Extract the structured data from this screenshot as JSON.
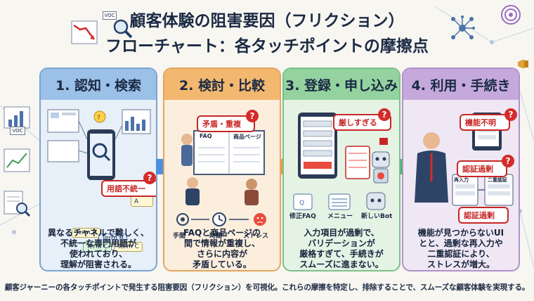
{
  "header": {
    "title_line1": "顧客体験の阻害要因（フリクション）",
    "title_line2": "フローチャート：各タッチポイントの摩擦点",
    "voc_label": "VOC"
  },
  "stages": [
    {
      "title": "1. 認知・検索",
      "callout": "用語不統一",
      "terms": [
        "Term A",
        "Term A",
        "Term B",
        "Term C",
        "Term C"
      ],
      "side_label": "VOC",
      "description": [
        "異なるチャネルで難しく、",
        "不統一な専門用語が",
        "使われており、",
        "理解が阻害される。"
      ]
    },
    {
      "title": "2. 検討・比較",
      "callout": "矛盾・重複",
      "screen_labels": [
        "FAQ",
        "商品ページ"
      ],
      "icon_labels": [
        "手間",
        "時間",
        "ストレス"
      ],
      "description": [
        "FAQと商品ページの",
        "間で情報が重複し、",
        "さらに内容が",
        "矛盾している。"
      ]
    },
    {
      "title": "3. 登録・申し込み",
      "callout": "厳しすぎる",
      "icon_labels": [
        "修正FAQ",
        "メニュー",
        "新しいBot"
      ],
      "description": [
        "入力項目が過剰で、",
        "バリデーションが",
        "厳格すぎて、手続きが",
        "スムーズに進まない。"
      ]
    },
    {
      "title": "4. 利用・手続き",
      "callouts": [
        "機能不明",
        "認証過剰",
        "認証過剰"
      ],
      "screen_labels": [
        "再入力",
        "二重認証"
      ],
      "description": [
        "機能が見つからないUI",
        "とと、過剰な再入力や",
        "二重認証により、",
        "ストレスが増大。"
      ]
    }
  ],
  "footer": "顧客ジャーニーの各タッチポイントで発生する阻害要因（フリクション）を可視化。これらの摩擦を特定し、排除することで、スムーズな顧客体験を実現する。",
  "colors": {
    "stage1": "#9cc1e8",
    "stage2": "#f3b86f",
    "stage3": "#94d3a0",
    "stage4": "#c5a9dc",
    "alert": "#d42b2b"
  }
}
